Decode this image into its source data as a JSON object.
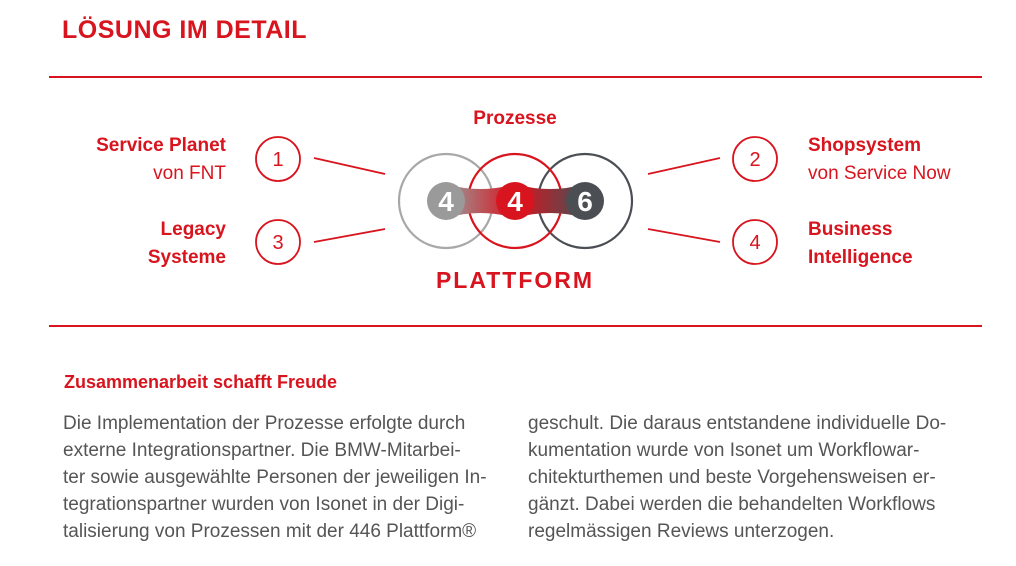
{
  "header": {
    "title": "LÖSUNG IM DETAIL"
  },
  "diagram": {
    "top_label": "Prozesse",
    "platform_label": "PLATTFORM",
    "logo_digits": [
      "4",
      "4",
      "6"
    ],
    "items": [
      {
        "number": "1",
        "title": "Service Planet",
        "subtitle": "von FNT"
      },
      {
        "number": "2",
        "title": "Shopsystem",
        "subtitle": "von Service Now"
      },
      {
        "number": "3",
        "title_lines": [
          "Legacy",
          "Systeme"
        ]
      },
      {
        "number": "4",
        "title_lines": [
          "Business",
          "Intelligence"
        ]
      }
    ],
    "colors": {
      "accent": "#d8141e",
      "grey_light": "#9a9a9a",
      "grey_dark": "#4b4f54"
    }
  },
  "article": {
    "heading": "Zusammenarbeit schafft Freude",
    "left_lines": [
      "Die Implementation der Prozesse erfolgte durch",
      "externe Integrationspartner. Die BMW-Mitarbei-",
      "ter sowie ausgewählte Personen der jeweiligen In-",
      "tegrationspartner wurden von Isonet in der Digi-",
      "talisierung von Prozessen mit der 446 Plattform®"
    ],
    "right_lines": [
      "geschult. Die daraus entstandene individuelle Do-",
      "kumentation wurde von Isonet um Workflowar-",
      "chitekturthemen und beste Vorgehensweisen er-",
      "gänzt. Dabei werden die behandelten Workflows",
      "regelmässigen Reviews unterzogen."
    ]
  }
}
